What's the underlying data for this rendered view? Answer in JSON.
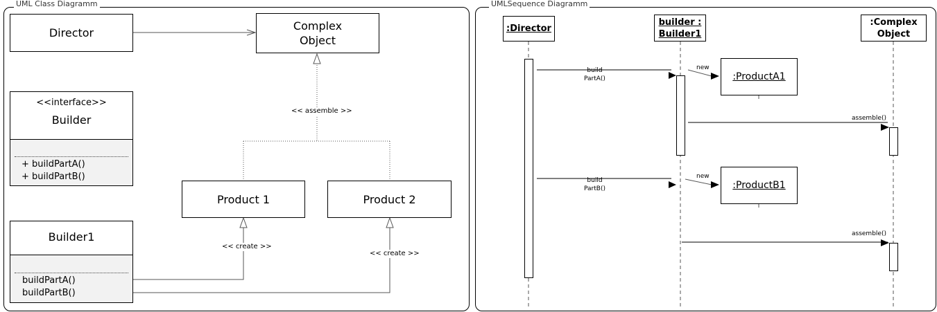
{
  "class_diagram": {
    "title": "UML Class Diagramm",
    "director": "Director",
    "complex_object": "Complex\nObject",
    "builder_interface": {
      "stereotype": "<<interface>>",
      "name": "Builder",
      "ops": [
        "+ buildPartA()",
        "+ buildPartB()"
      ]
    },
    "builder1": {
      "name": "Builder1",
      "ops": [
        "buildPartA()",
        "buildPartB()"
      ]
    },
    "product1": "Product 1",
    "product2": "Product 2",
    "assemble_label": "<< assemble >>",
    "create_label_1": "<< create >>",
    "create_label_2": "<< create >>"
  },
  "sequence_diagram": {
    "title": "UMLSequence Diagramm",
    "director": ":Director",
    "builder_line1": "builder :",
    "builder_line2": "Builder1",
    "complex_line1": ":Complex",
    "complex_line2": "Object",
    "product_a": ":ProductA1",
    "product_b": ":ProductB1",
    "msg_build_a": "build\nPartA()",
    "msg_build_b": "build\nPartB()",
    "msg_new_a": "new",
    "msg_new_b": "new",
    "msg_assemble_1": "assemble()",
    "msg_assemble_2": "assemble()"
  }
}
